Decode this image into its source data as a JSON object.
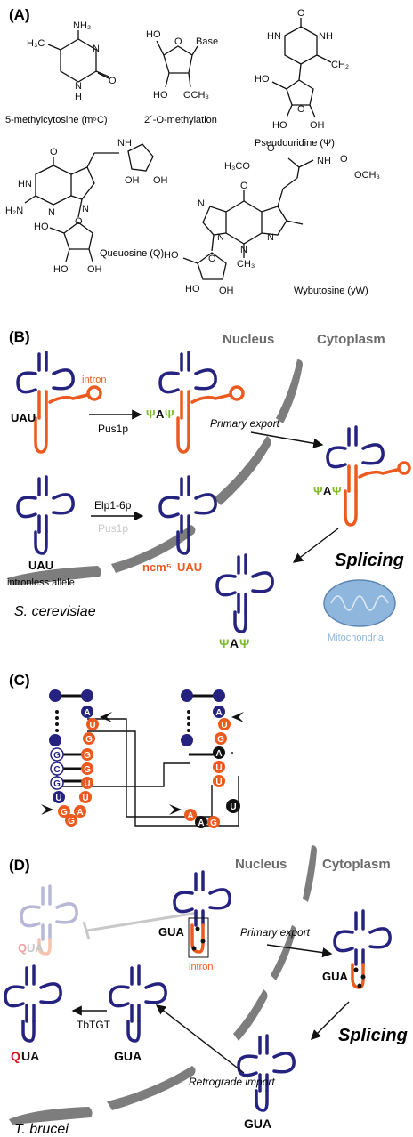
{
  "colors": {
    "navy": "#25237f",
    "orange": "#ec5a1f",
    "green": "#7fb92c",
    "gray": "#6b6b6b",
    "light_gray": "#c8c8c8",
    "red": "#cc1a1a",
    "mito_blue": "#8fb6dc",
    "faded_navy": "#b9b7d6",
    "faded_orange": "#f4c4ad"
  },
  "panel_a": {
    "label": "(A)",
    "m5c": {
      "caption": "5-methylcytosine (m⁵C)",
      "nh2": "NH₂",
      "h3c": "H₃C",
      "n1": "N",
      "n2": "N",
      "h": "H",
      "o": "O"
    },
    "ome": {
      "caption": "2´-O-methylation",
      "ho1": "HO",
      "ho2": "HO",
      "och3": "OCH₃",
      "base": "Base",
      "o": "O"
    },
    "psi": {
      "caption": "Pseudouridine (Ψ)",
      "o_top": "O",
      "hn1": "HN",
      "nh1": "NH",
      "ch2": "CH₂",
      "ho1": "HO",
      "ho2": "HO",
      "oh": "OH",
      "o_ring": "O"
    },
    "queuosine": {
      "caption": "Queuosine (Q)",
      "o": "O",
      "hn": "HN",
      "h2n": "H₂N",
      "n1": "N",
      "n2": "N",
      "nh": "NH",
      "oh1": "OH",
      "oh2": "OH",
      "ho1": "HO",
      "ho2": "HO",
      "oh3": "OH",
      "o_ring": "O"
    },
    "wybutosine": {
      "caption": "Wybutosine (yW)",
      "h3co": "H₃CO",
      "o1": "O",
      "o2": "O",
      "nh": "NH",
      "o3": "O",
      "och3": "OCH₃",
      "ch3": "CH₃",
      "n1": "N",
      "n2": "N",
      "n3": "N",
      "n4": "N",
      "ho1": "HO",
      "ho2": "HO",
      "oh": "OH",
      "o_ring": "O"
    }
  },
  "panel_b": {
    "label": "(B)",
    "nucleus": "Nucleus",
    "cytoplasm": "Cytoplasm",
    "intron": "intron",
    "uau": "UAU",
    "pus1p": "Pus1p",
    "primary_export": "Primary export",
    "elp": "Elp1-6p",
    "pus1p_faded": "Pus1p",
    "uau2": "UAU",
    "intronless": "intronless allele",
    "ncm5": "ncm⁵",
    "uau_tail": "UAU",
    "splicing": "Splicing",
    "mitochondria": "Mitochondria",
    "organism": "S. cerevisiae",
    "psi": "Ψ",
    "a": "A"
  },
  "panel_c": {
    "label": "(C)",
    "left_nts": [
      "A",
      "U",
      "G",
      "G",
      "G",
      "U",
      "U",
      "A",
      "G",
      "C",
      "G",
      "U",
      "G",
      "G",
      "U",
      "A"
    ],
    "right_nts": [
      "A",
      "U",
      "G",
      "G",
      "A",
      "U",
      "U",
      "A",
      "G",
      "U",
      "A"
    ]
  },
  "panel_d": {
    "label": "(D)",
    "nucleus": "Nucleus",
    "cytoplasm": "Cytoplasm",
    "qua_q": "Q",
    "qua_ua": "UA",
    "gua1": "GUA",
    "intron": "intron",
    "primary_export": "Primary export",
    "gua2": "GUA",
    "splicing": "Splicing",
    "q": "Q",
    "ua": "UA",
    "tbtgt": "TbTGT",
    "gua3": "GUA",
    "retrograde": "Retrograde import",
    "gua4": "GUA",
    "organism": "T. brucei"
  }
}
